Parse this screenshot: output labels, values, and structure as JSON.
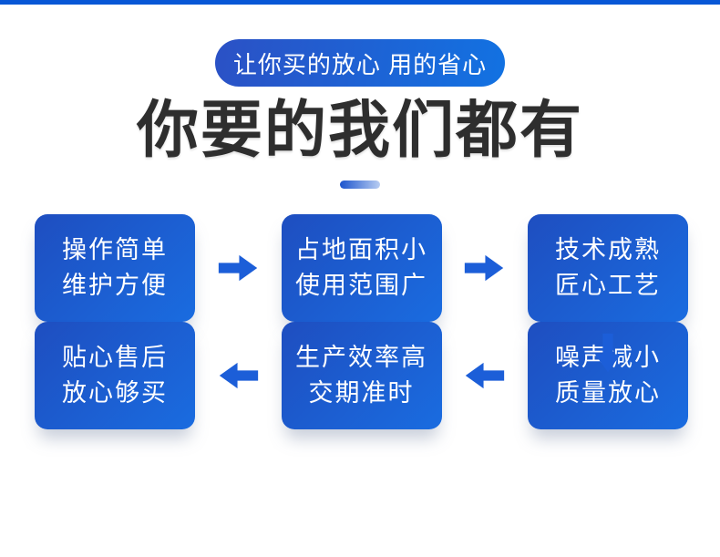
{
  "badge": {
    "text": "让你买的放心 用的省心"
  },
  "title": {
    "text": "你要的我们都有"
  },
  "flow": {
    "rows": [
      {
        "arrow_direction": "right",
        "boxes": [
          {
            "line1": "操作简单",
            "line2": "维护方便"
          },
          {
            "line1": "占地面积小",
            "line2": "使用范围广"
          },
          {
            "line1": "技术成熟",
            "line2": "匠心工艺"
          }
        ]
      },
      {
        "arrow_direction": "left",
        "boxes": [
          {
            "line1": "贴心售后",
            "line2": "放心够买"
          },
          {
            "line1": "生产效率高",
            "line2": "交期准时"
          },
          {
            "line1": "噪声减小",
            "line2": "质量放心"
          }
        ]
      }
    ],
    "connector_direction": "down"
  },
  "colors": {
    "top_bar": "#0857d6",
    "badge_from": "#2b51c5",
    "badge_to": "#1272e2",
    "title": "#2e2e2e",
    "underline_from": "#1d55cd",
    "underline_to": "#b8cdf2",
    "box_from": "#1e4ec0",
    "box_to": "#1a6ce0",
    "box_text": "#ffffff",
    "arrow": "#1c5ed8"
  }
}
